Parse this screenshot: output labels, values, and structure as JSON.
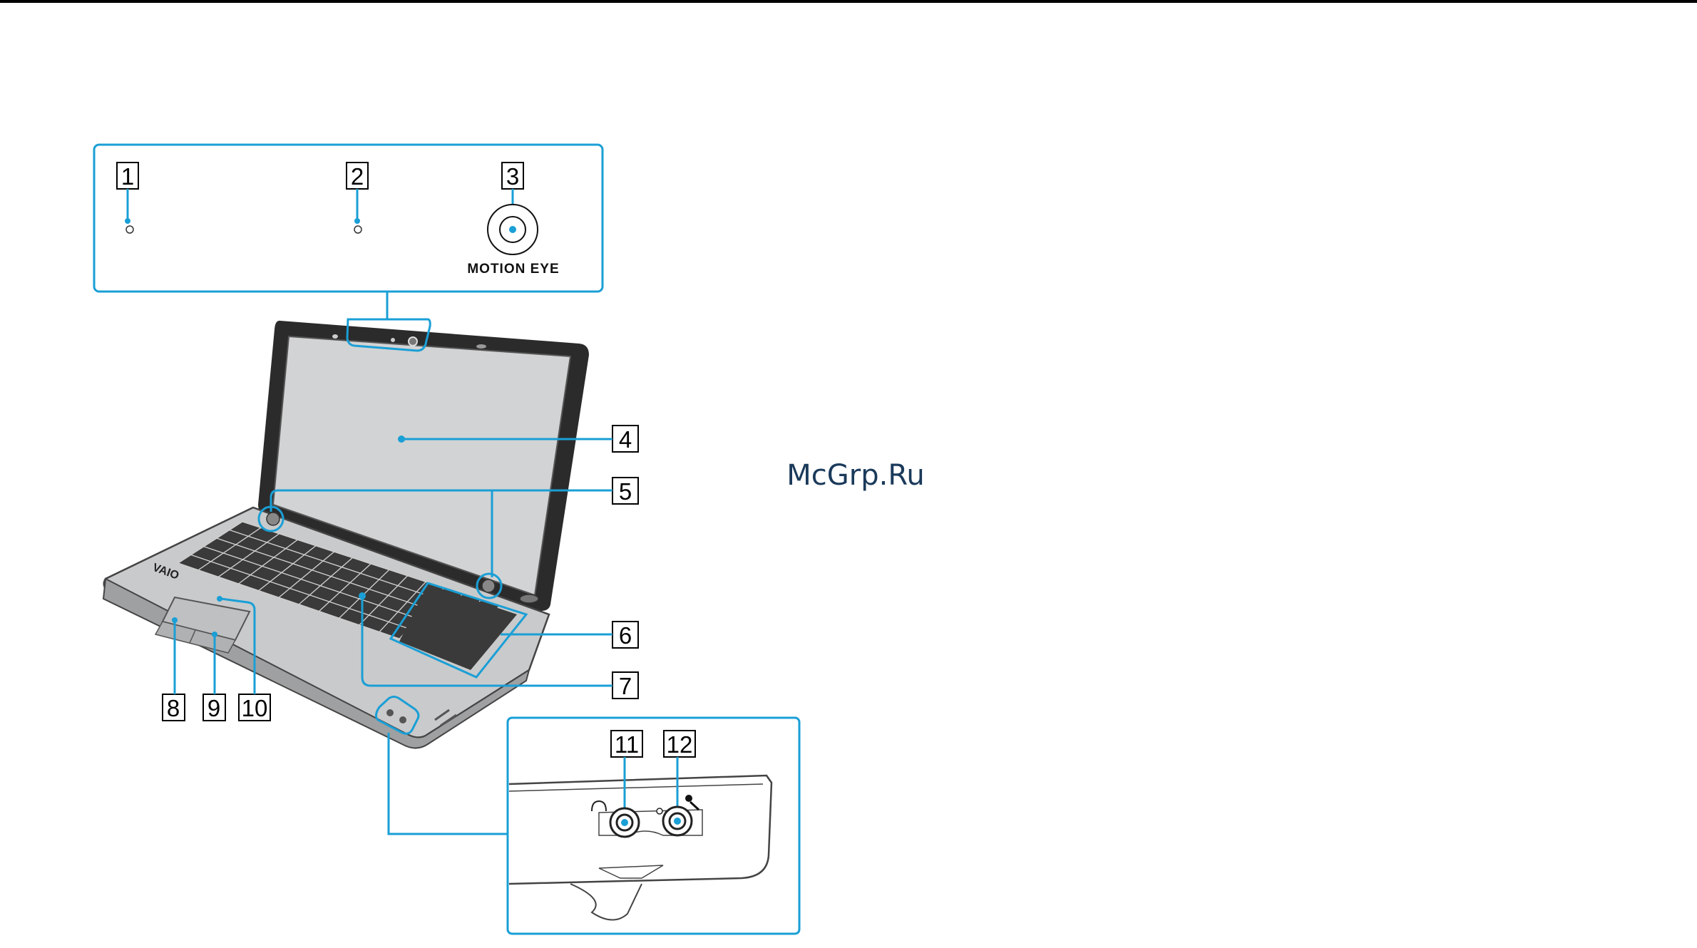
{
  "labels": {
    "c1": "1",
    "c2": "2",
    "c3": "3",
    "c4": "4",
    "c5": "5",
    "c6": "6",
    "c7": "7",
    "c8": "8",
    "c9": "9",
    "c10": "10",
    "c11": "11",
    "c12": "12"
  },
  "camera_text": "MOTION EYE",
  "brand_text": "VAIO",
  "watermark": "McGrp.Ru",
  "colors": {
    "callout": "#1a9fd6",
    "frame": "#1a9fd6",
    "laptop": "#cfd0d0"
  }
}
